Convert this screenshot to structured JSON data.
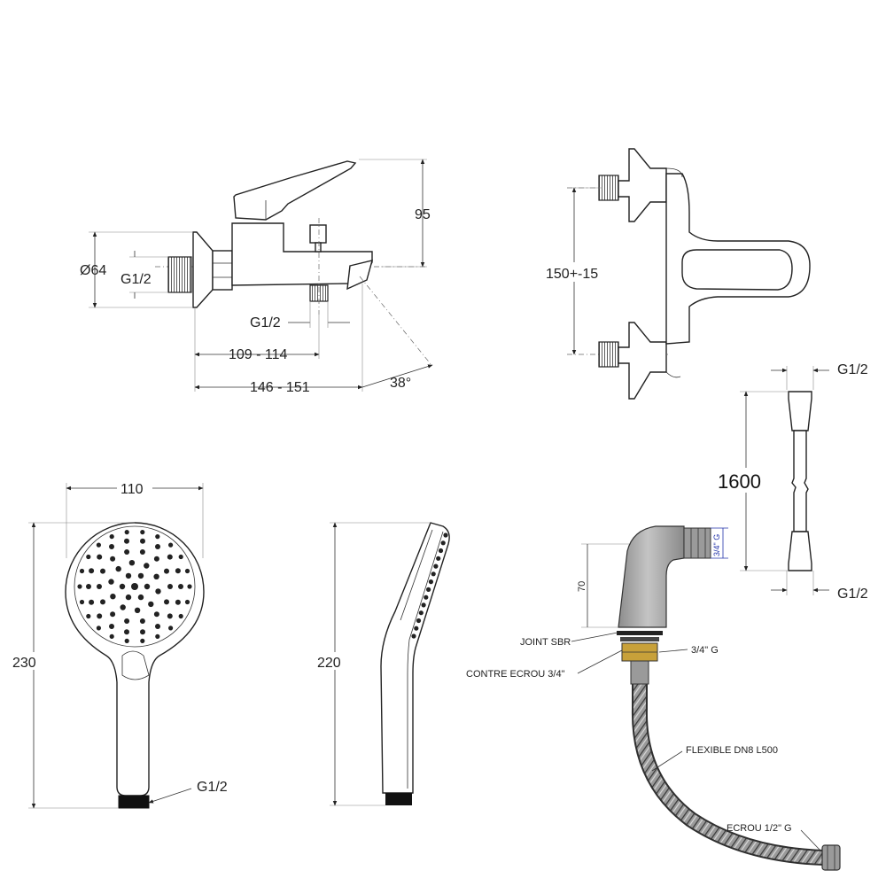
{
  "faucet_front": {
    "dia_64": "Ø64",
    "thread_inlet": "G1/2",
    "thread_outlet": "G1/2",
    "height_95": "95",
    "len_109_114": "109 - 114",
    "len_146_151": "146 - 151",
    "angle_38": "38°"
  },
  "faucet_top": {
    "spacing": "150+-15"
  },
  "hose": {
    "length": "1600",
    "thread_top": "G1/2",
    "thread_bottom": "G1/2"
  },
  "handshower_front": {
    "width": "110",
    "height": "230",
    "thread": "G1/2"
  },
  "handshower_side": {
    "height": "220"
  },
  "elbow": {
    "height_70": "70",
    "thread_blue": "3/4\" G",
    "joint": "JOINT SBR",
    "nut_label": "CONTRE ECROU 3/4\"",
    "thread_34": "3/4\" G",
    "flex_label": "FLEXIBLE DN8 L500",
    "nut_12": "ECROU 1/2\" G"
  },
  "colors": {
    "line": "#222222",
    "dimension_text": "#222222",
    "blue_label": "#2233aa",
    "brass": "#c8a13a",
    "elbow_body": "#a9a9a9"
  }
}
